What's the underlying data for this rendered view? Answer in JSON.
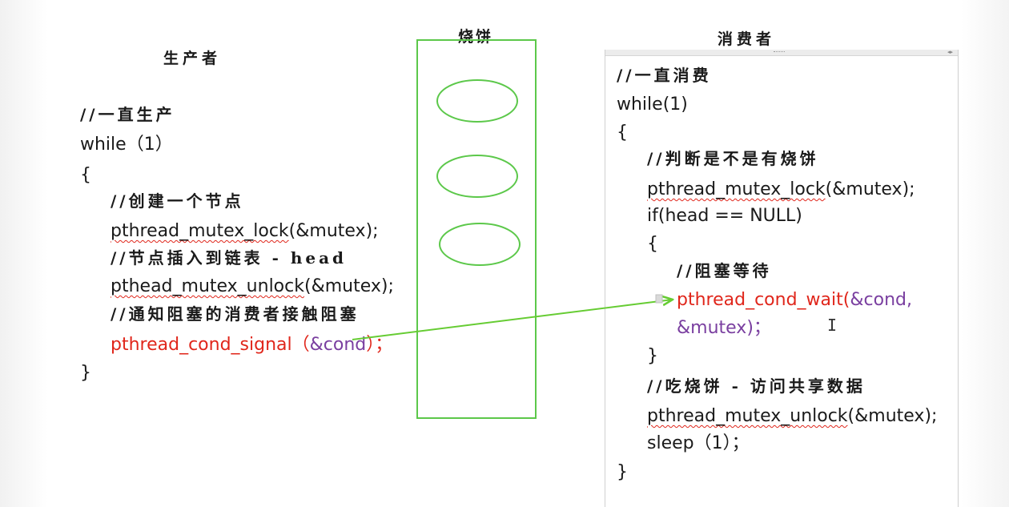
{
  "producer": {
    "title": "生产者",
    "lines": [
      {
        "text": "//一直生产"
      },
      {
        "text": "while（1）"
      },
      {
        "text": "{"
      },
      {
        "text": "//创建一个节点"
      },
      {
        "a": "pthread_mutex_lock",
        "b": "(&mutex);"
      },
      {
        "text": "//节点插入到链表 - head"
      },
      {
        "a": "pthead_mutex_unlock",
        "b": "(&mutex);"
      },
      {
        "text": "//通知阻塞的消费者接触阻塞"
      },
      {
        "a": "pthread_cond_signal",
        "b": "（",
        "c": "&cond",
        "d": "）；"
      },
      {
        "text": "}"
      }
    ]
  },
  "buffer": {
    "title": "烧饼",
    "item_count": 3,
    "border_color": "#5cc84a"
  },
  "consumer": {
    "title": "消费者",
    "lines": [
      {
        "text": "//一直消费"
      },
      {
        "text": "while(1)"
      },
      {
        "text": "{"
      },
      {
        "text": "//判断是不是有烧饼"
      },
      {
        "a": "pthread_mutex_lock",
        "b": "(&mutex);"
      },
      {
        "text": "if(head == NULL)"
      },
      {
        "text": "{"
      },
      {
        "text": "//阻塞等待"
      },
      {
        "a": "pthread_cond_wait",
        "b": "(",
        "c": "&cond,"
      },
      {
        "text": "&mutex)；"
      },
      {
        "text": "}"
      },
      {
        "text": "//吃烧饼 - 访问共享数据"
      },
      {
        "a": "pthread_mutex_unlock",
        "b": "(&mutex);"
      },
      {
        "text": "sleep（1）；"
      },
      {
        "text": "}"
      }
    ]
  },
  "signal_arrow": {
    "color": "#66cc33",
    "from": "pthread_cond_signal",
    "to": "pthread_cond_wait"
  },
  "colors": {
    "code_red": "#e0261b",
    "code_purple": "#7a3fa0",
    "text": "#1a1a1a"
  }
}
